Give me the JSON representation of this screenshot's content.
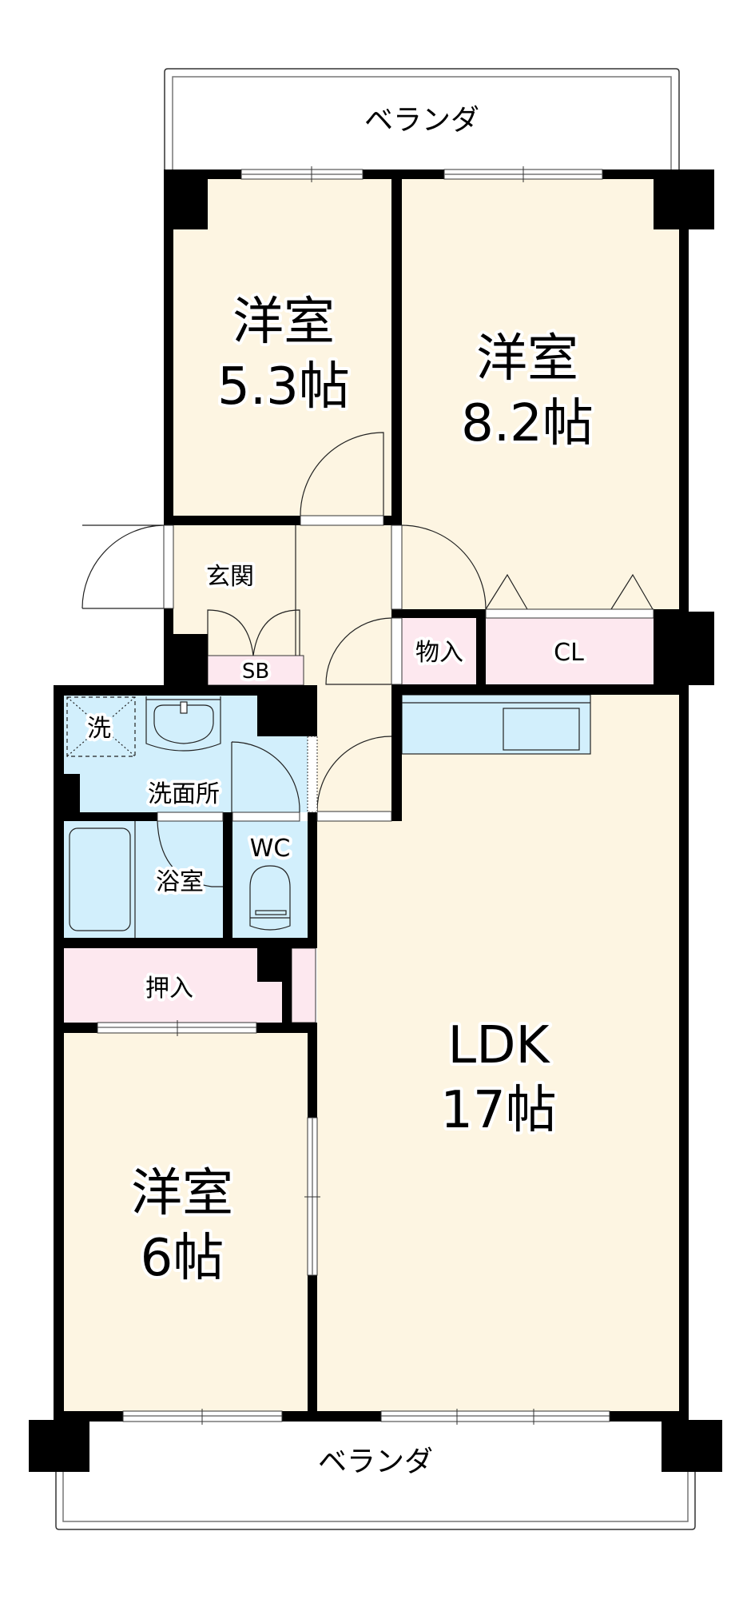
{
  "floorplan": {
    "colors": {
      "room_fill": "#fdf5e2",
      "storage_fill": "#fde8ef",
      "wet_fill": "#d2effc",
      "wall": "#000000",
      "veranda_fill": "#ffffff"
    },
    "verandas": {
      "top": "ベランダ",
      "bottom": "ベランダ"
    },
    "rooms": {
      "western_room_1": {
        "name": "洋室",
        "size": "5.3帖"
      },
      "western_room_2": {
        "name": "洋室",
        "size": "8.2帖"
      },
      "western_room_3": {
        "name": "洋室",
        "size": "6帖"
      },
      "ldk": {
        "name": "LDK",
        "size": "17帖"
      },
      "entrance": {
        "name": "玄関"
      },
      "shoe_box": {
        "name": "SB"
      },
      "storage": {
        "name": "物入"
      },
      "closet": {
        "name": "CL"
      },
      "washroom": {
        "name": "洗面所"
      },
      "washer_space": {
        "name": "洗"
      },
      "bathroom": {
        "name": "浴室"
      },
      "toilet": {
        "name": "WC"
      },
      "oshiire": {
        "name": "押入"
      }
    }
  }
}
